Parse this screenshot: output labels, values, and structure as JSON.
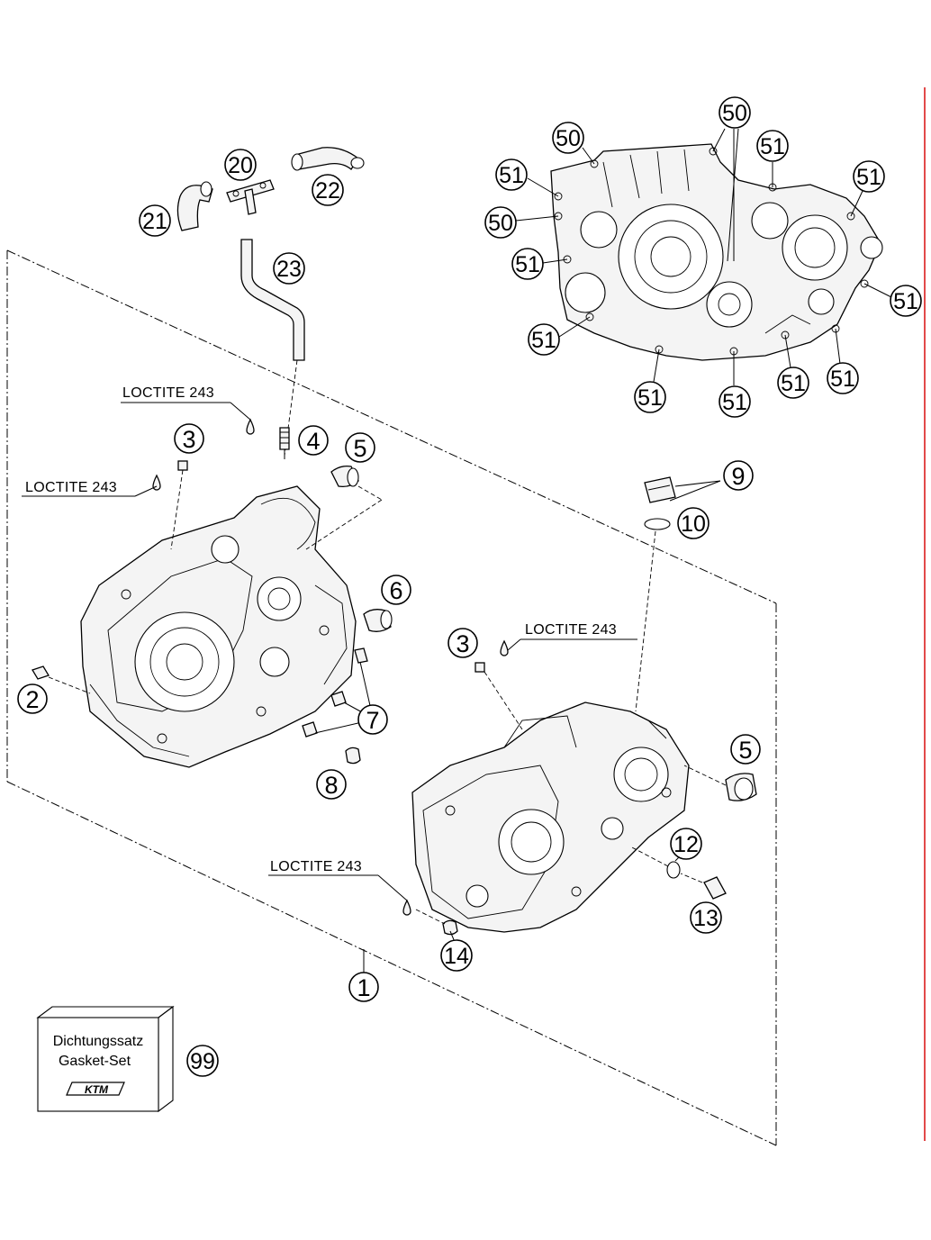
{
  "diagram": {
    "callouts": {
      "c1": "1",
      "c2": "2",
      "c3a": "3",
      "c3b": "3",
      "c4": "4",
      "c5a": "5",
      "c5b": "5",
      "c6": "6",
      "c7": "7",
      "c8": "8",
      "c9": "9",
      "c10": "10",
      "c12": "12",
      "c13": "13",
      "c14": "14",
      "c20": "20",
      "c21": "21",
      "c22": "22",
      "c23": "23",
      "c99": "99",
      "c50": "50",
      "c51": "51"
    },
    "loctite": "LOCTITE 243",
    "gasket_box": {
      "line1": "Dichtungssatz",
      "line2": "Gasket-Set",
      "logo": "KTM"
    },
    "accent_color": "#e24a4a"
  }
}
